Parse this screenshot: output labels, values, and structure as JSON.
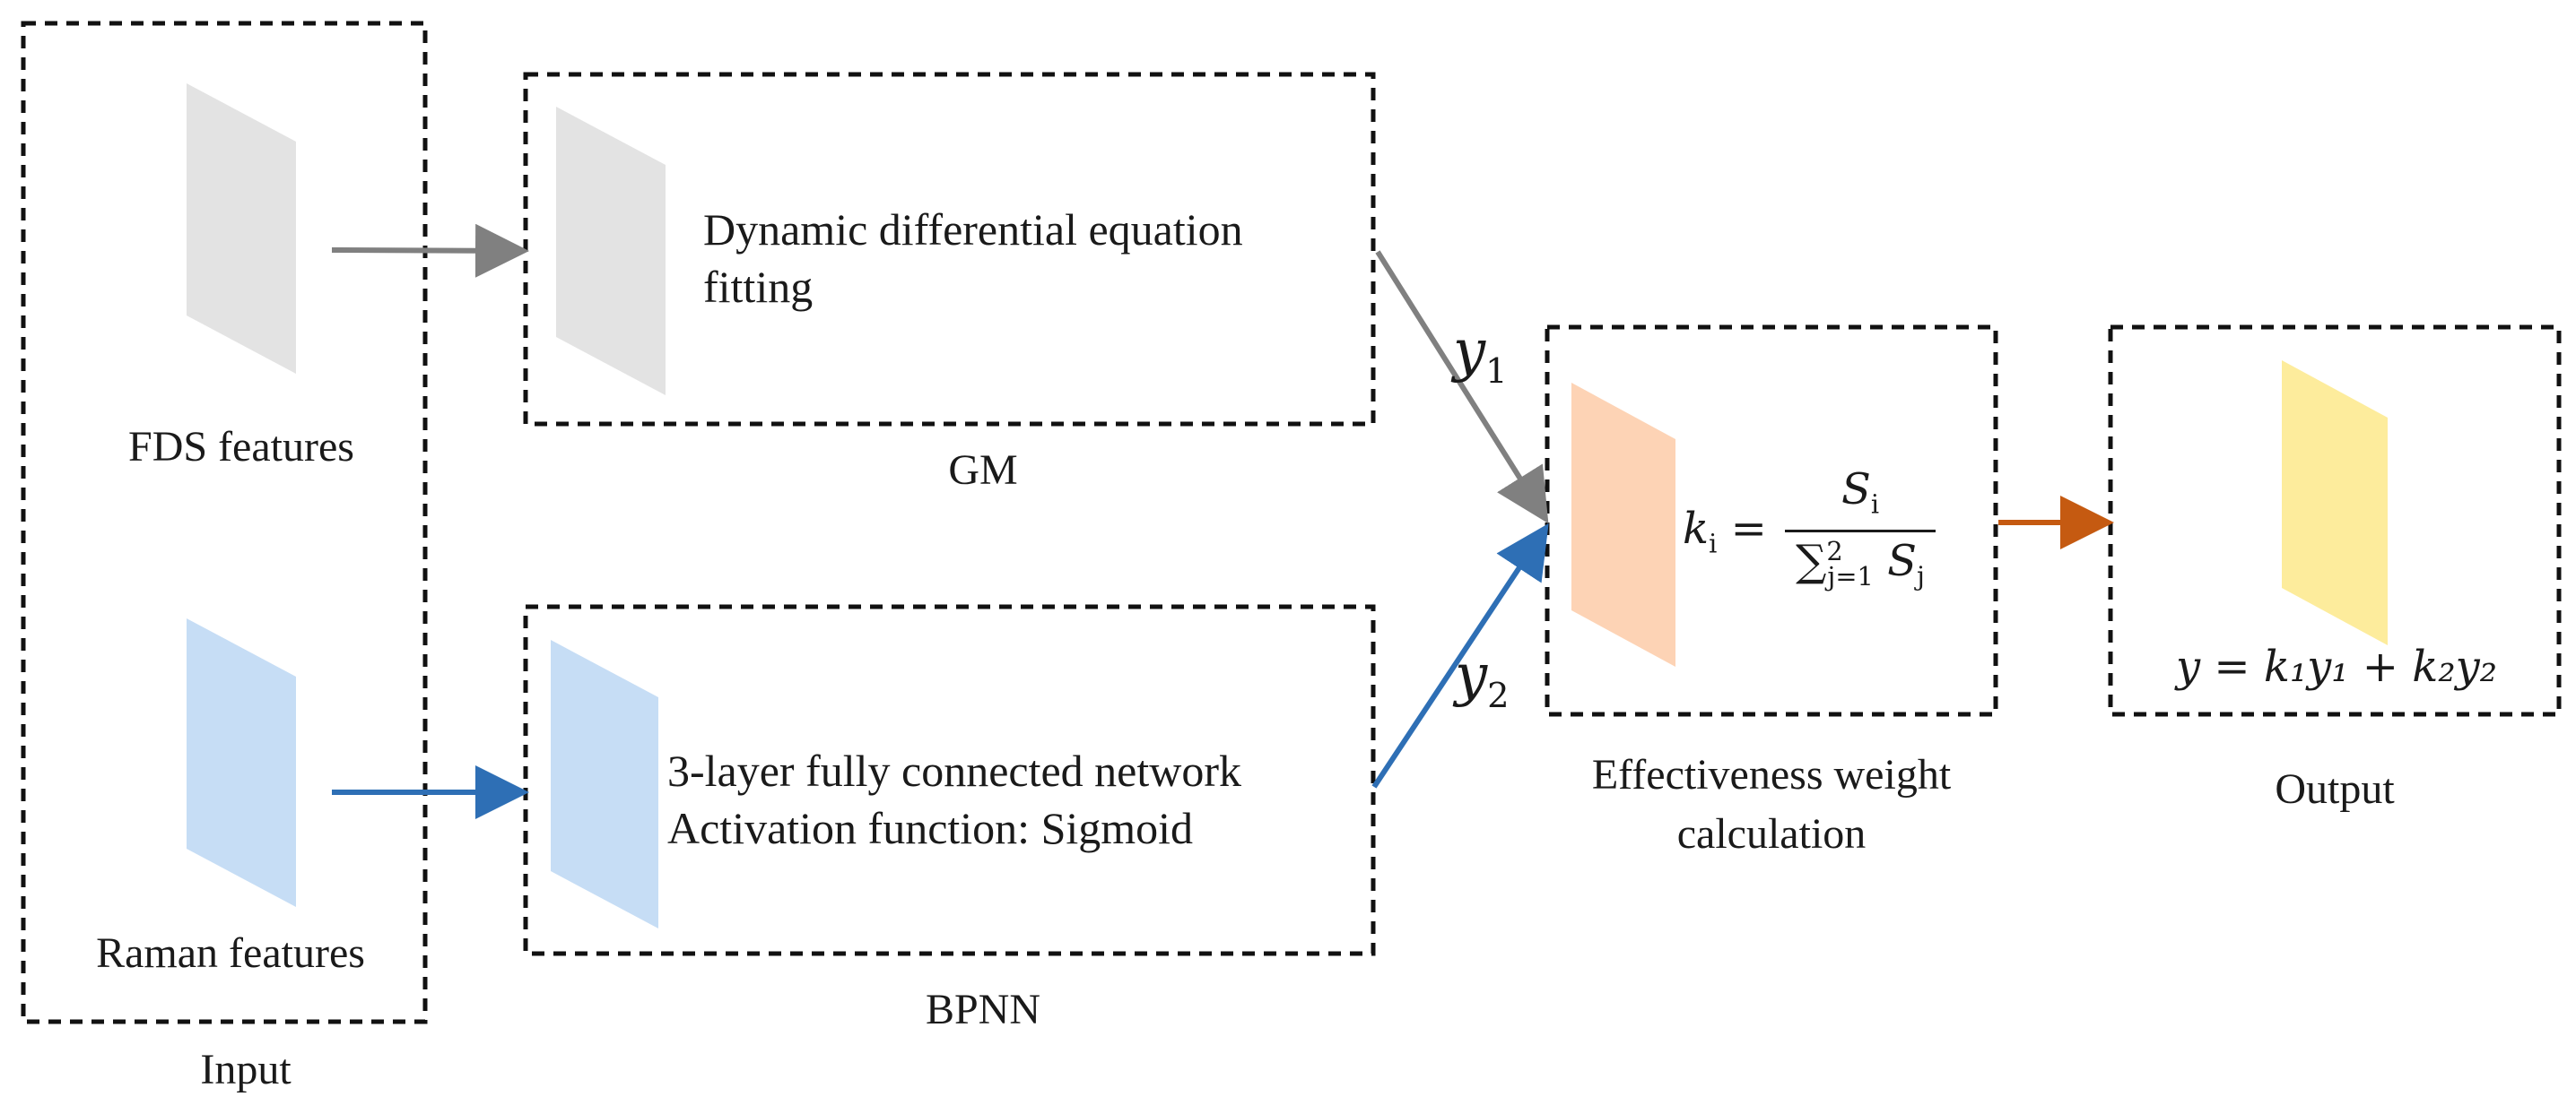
{
  "input": {
    "group_label": "Input",
    "fds_label": "FDS features",
    "raman_label": "Raman features"
  },
  "gm": {
    "label": "GM",
    "text_line1": "Dynamic differential equation",
    "text_line2": "fitting"
  },
  "bpnn": {
    "label": "BPNN",
    "text_line1": "3-layer fully connected network",
    "text_line2": "Activation function: Sigmoid"
  },
  "weight": {
    "label_line1": "Effectiveness weight",
    "label_line2": "calculation",
    "formula_lhs": "k",
    "formula_lhs_sub": "i",
    "formula_eq": "=",
    "formula_num": "S",
    "formula_num_sub": "i",
    "formula_den_sum": "∑",
    "formula_den_sub": "j=1",
    "formula_den_sup": "2",
    "formula_den_var": "S",
    "formula_den_var_sub": "j"
  },
  "output": {
    "label": "Output",
    "formula": "y = k₁y₁ + k₂y₂"
  },
  "arrows": {
    "y1_label": "y",
    "y1_sub": "1",
    "y2_label": "y",
    "y2_sub": "2"
  },
  "colors": {
    "fds_feature": "#e3e3e3",
    "raman_feature": "#c6ddf5",
    "weight_block": "#fdd3b5",
    "output_block": "#fdec9c",
    "gm_arrow": "#808080",
    "bpnn_arrow": "#2e6fb5",
    "output_arrow": "#c55a11",
    "box_border": "#111111"
  }
}
